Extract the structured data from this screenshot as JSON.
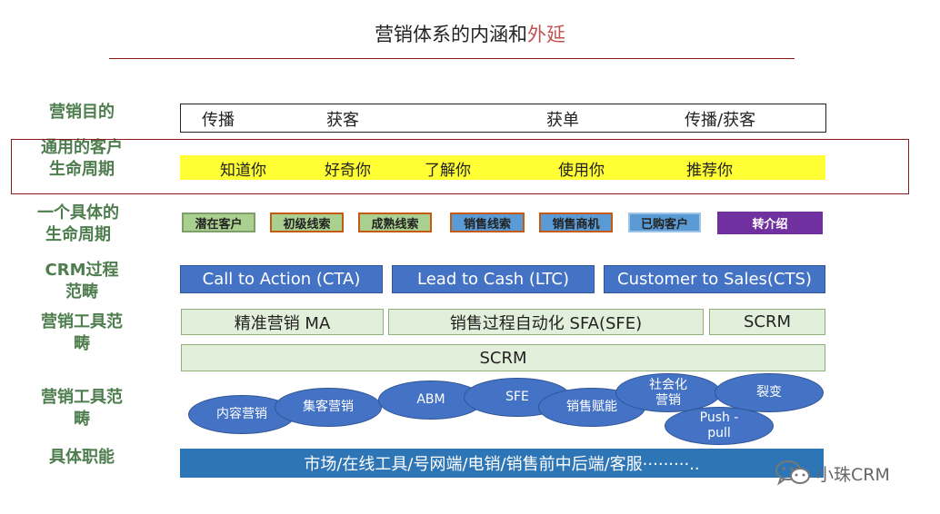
{
  "title": {
    "main": "营销体系的内涵和",
    "accent": "外延"
  },
  "row_labels": {
    "purpose": "营销目的",
    "generic_lifecycle_1": "通用的客户",
    "generic_lifecycle_2": "生命周期",
    "specific_lifecycle_1": "一个具体的",
    "specific_lifecycle_2": "生命周期",
    "crm_scope_1": "CRM过程",
    "crm_scope_2": "范畴",
    "tool_scope_a_1": "营销工具范",
    "tool_scope_a_2": "畴",
    "tool_scope_b_1": "营销工具范",
    "tool_scope_b_2": "畴",
    "functions": "具体职能"
  },
  "purpose": [
    "传播",
    "获客",
    "获单",
    "传播/获客"
  ],
  "generic_lifecycle": [
    "知道你",
    "好奇你",
    "了解你",
    "使用你",
    "推荐你"
  ],
  "stages": [
    {
      "label": "潜在客户",
      "color": "#a9d08e",
      "border": "#7f9f6a"
    },
    {
      "label": "初级线索",
      "color": "#a9d08e",
      "border": "#c55a11"
    },
    {
      "label": "成熟线索",
      "color": "#a9d08e",
      "border": "#c55a11"
    },
    {
      "label": "销售线索",
      "color": "#5b9bd5",
      "border": "#c55a11"
    },
    {
      "label": "销售商机",
      "color": "#5b9bd5",
      "border": "#c55a11"
    },
    {
      "label": "已购客户",
      "color": "#5b9bd5",
      "border": "#9dc3e6"
    },
    {
      "label": "转介绍",
      "color": "#7030a0",
      "border": "#7030a0",
      "text_color": "#ffffff"
    }
  ],
  "crm_process": [
    "Call to Action (CTA)",
    "Lead to Cash (LTC)",
    "Customer to Sales(CTS)"
  ],
  "tools_row1": [
    "精准营销 MA",
    "销售过程自动化 SFA(SFE)",
    "SCRM"
  ],
  "tools_row2": "SCRM",
  "tool_ellipses": [
    "内容营销",
    "集客营销",
    "ABM",
    "SFE",
    "销售赋能",
    "社会化营销",
    "裂变",
    "Push - pull"
  ],
  "functions": "市场/在线工具/号网端/电销/销售前中后端/客服·········..",
  "brand": "小珠CRM",
  "icons": [
    "wechat-icon"
  ],
  "colors": {
    "title_accent": "#c0504d",
    "label_green": "#4e7d4e",
    "bar_yellow": "#ffff33",
    "crm_blue": "#4472c4",
    "function_blue": "#2e75b6"
  }
}
